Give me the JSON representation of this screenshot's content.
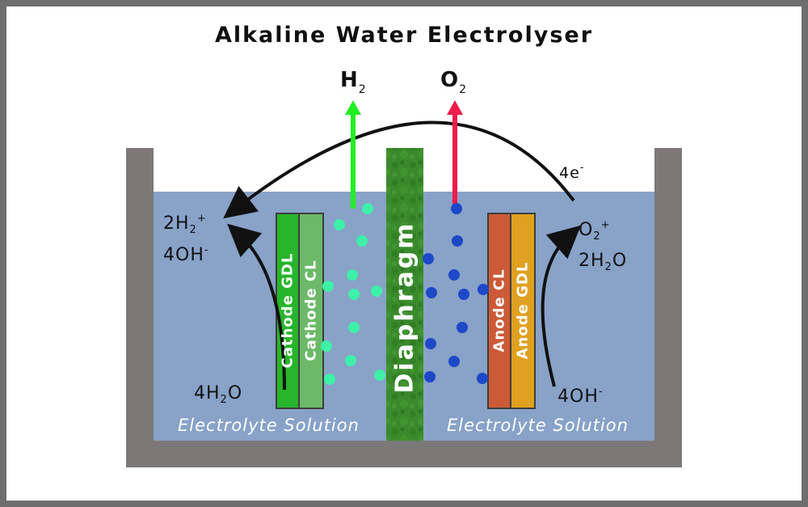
{
  "title": "Alkaline Water Electrolyser",
  "gases": {
    "h2": {
      "symbol": "H",
      "subscript": "2"
    },
    "o2": {
      "symbol": "O",
      "subscript": "2"
    }
  },
  "electrons": {
    "label": "4e",
    "superscript": "-"
  },
  "cathode_side": {
    "products_line1": {
      "a": "2H",
      "sub": "2",
      "sup": "+"
    },
    "products_line2": {
      "a": "4OH",
      "sup": "-"
    },
    "reactant": {
      "a": "4H",
      "sub": "2",
      "b": "O"
    },
    "gdl_label": "Cathode GDL",
    "cl_label": "Cathode CL",
    "electrolyte_label": "Electrolyte Solution"
  },
  "anode_side": {
    "products_line1": {
      "a": "O",
      "sub": "2",
      "sup": "+"
    },
    "products_line2": {
      "a": "2H",
      "sub": "2",
      "b": "O"
    },
    "reactant": {
      "a": "4OH",
      "sup": "-"
    },
    "gdl_label": "Anode GDL",
    "cl_label": "Anode CL",
    "electrolyte_label": "Electrolyte Solution"
  },
  "diaphragm_label": "Diaphragm",
  "colors": {
    "electrolyte": "#88a2c8",
    "tank": "#7c7878",
    "cathode_gdl": "#27b52b",
    "cathode_cl": "#6cb96a",
    "diaphragm": "#3a8a2c",
    "anode_cl": "#cc5a37",
    "anode_gdl": "#e0a020",
    "h2_arrow": "#22ee22",
    "o2_arrow": "#ee1b4c",
    "h2_bubble": "#3ff0a8",
    "o2_bubble": "#1d48c8"
  }
}
